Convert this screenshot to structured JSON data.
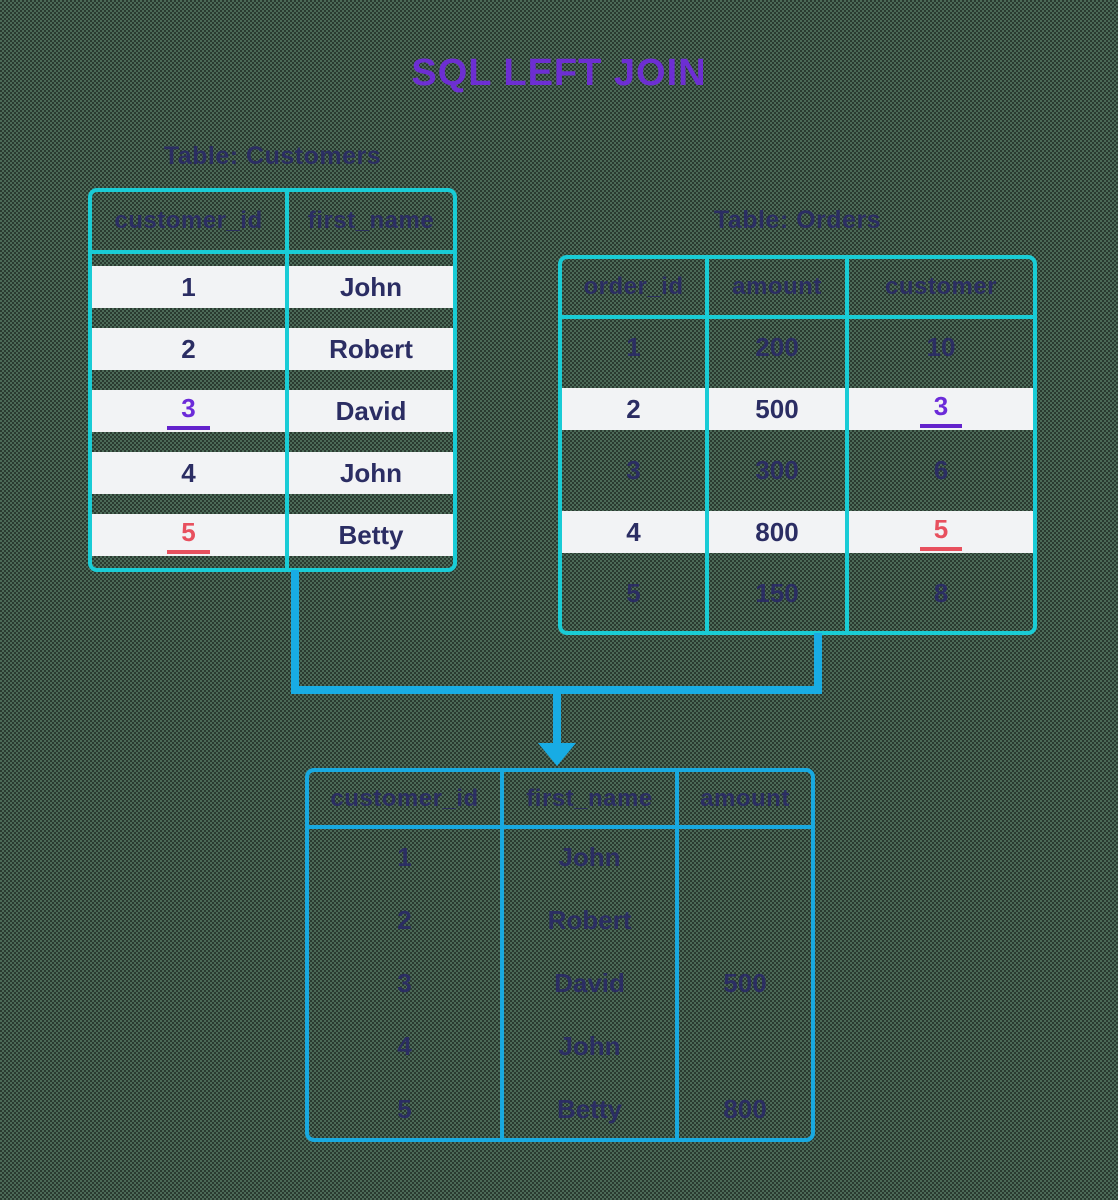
{
  "title": {
    "text": "SQL LEFT JOIN",
    "color": "#6d2ed3"
  },
  "customers": {
    "label": "Table: Customers",
    "headers": [
      "customer_id",
      "first_name"
    ],
    "rows": [
      {
        "id": "1",
        "name": "John",
        "highlight": null
      },
      {
        "id": "2",
        "name": "Robert",
        "highlight": null
      },
      {
        "id": "3",
        "name": "David",
        "highlight": "purple"
      },
      {
        "id": "4",
        "name": "John",
        "highlight": null
      },
      {
        "id": "5",
        "name": "Betty",
        "highlight": "red"
      }
    ]
  },
  "orders": {
    "label": "Table: Orders",
    "headers": [
      "order_id",
      "amount",
      "customer"
    ],
    "rows": [
      {
        "order_id": "1",
        "amount": "200",
        "customer": "10",
        "highlight": null
      },
      {
        "order_id": "2",
        "amount": "500",
        "customer": "3",
        "highlight": "purple"
      },
      {
        "order_id": "3",
        "amount": "300",
        "customer": "6",
        "highlight": null
      },
      {
        "order_id": "4",
        "amount": "800",
        "customer": "5",
        "highlight": "red"
      },
      {
        "order_id": "5",
        "amount": "150",
        "customer": "8",
        "highlight": null
      }
    ]
  },
  "result": {
    "headers": [
      "customer_id",
      "first_name",
      "amount"
    ],
    "rows": [
      {
        "customer_id": "1",
        "first_name": "John",
        "amount": ""
      },
      {
        "customer_id": "2",
        "first_name": "Robert",
        "amount": ""
      },
      {
        "customer_id": "3",
        "first_name": "David",
        "amount": "500"
      },
      {
        "customer_id": "4",
        "first_name": "John",
        "amount": ""
      },
      {
        "customer_id": "5",
        "first_name": "Betty",
        "amount": "800"
      }
    ]
  },
  "colors": {
    "background": "#3f5749",
    "table_border_cyan": "#19ccd6",
    "result_border_blue": "#18a9e0",
    "connector_blue": "#18ace4",
    "text_navy": "#2b2d63",
    "row_white": "#f2f3f5",
    "highlight_purple": "#6c2bd9",
    "highlight_red": "#e8505e",
    "title_purple": "#6d2ed3"
  }
}
